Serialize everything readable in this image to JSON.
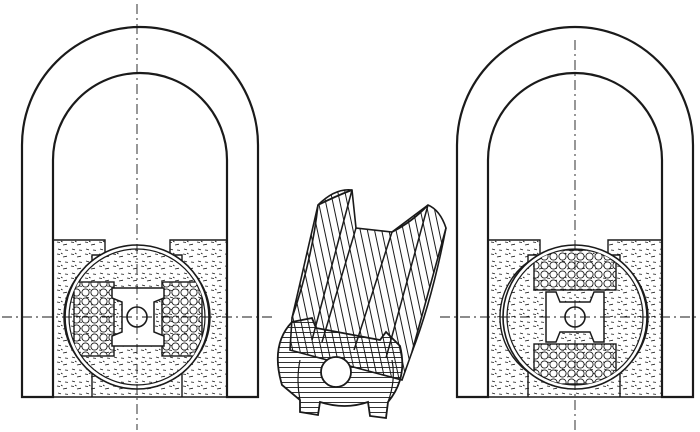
{
  "figure": {
    "ink_color": "#1a1a1a",
    "paper_color": "#ffffff",
    "views": [
      {
        "id": "left-view",
        "armature_slots": "horizontal",
        "name": "magnet-with-armature-coils-horizontal"
      },
      {
        "id": "center-view",
        "name": "armature-core-perspective"
      },
      {
        "id": "right-view",
        "armature_slots": "vertical",
        "name": "magnet-with-armature-coils-vertical"
      }
    ]
  }
}
